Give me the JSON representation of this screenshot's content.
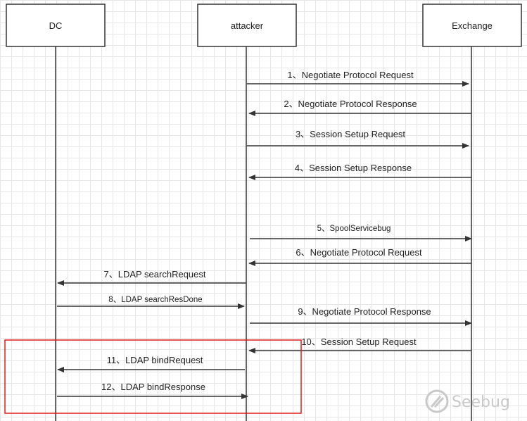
{
  "actors": [
    {
      "id": "dc",
      "label": "DC"
    },
    {
      "id": "attacker",
      "label": "attacker"
    },
    {
      "id": "exchange",
      "label": "Exchange"
    }
  ],
  "messages": [
    {
      "n": "1",
      "text": "1、Negotiate Protocol Request",
      "from": "attacker",
      "to": "exchange"
    },
    {
      "n": "2",
      "text": "2、Negotiate Protocol Response",
      "from": "exchange",
      "to": "attacker"
    },
    {
      "n": "3",
      "text": "3、Session Setup Request",
      "from": "attacker",
      "to": "exchange"
    },
    {
      "n": "4",
      "text": "4、Session Setup Response",
      "from": "exchange",
      "to": "attacker"
    },
    {
      "n": "5",
      "text": "5、SpoolServicebug",
      "from": "attacker",
      "to": "exchange"
    },
    {
      "n": "6",
      "text": "6、Negotiate Protocol Request",
      "from": "exchange",
      "to": "attacker"
    },
    {
      "n": "7",
      "text": "7、LDAP searchRequest",
      "from": "attacker",
      "to": "dc"
    },
    {
      "n": "8",
      "text": "8、LDAP searchResDone",
      "from": "dc",
      "to": "attacker"
    },
    {
      "n": "9",
      "text": "9、Negotiate Protocol Response",
      "from": "attacker",
      "to": "exchange"
    },
    {
      "n": "10",
      "text": "10、Session Setup Request",
      "from": "exchange",
      "to": "attacker"
    },
    {
      "n": "11",
      "text": "11、LDAP bindRequest",
      "from": "attacker",
      "to": "dc"
    },
    {
      "n": "12",
      "text": "12、LDAP bindResponse",
      "from": "dc",
      "to": "attacker"
    }
  ],
  "highlight": {
    "color": "#e01b1b",
    "messages": [
      "11",
      "12"
    ]
  },
  "watermark": {
    "text": "Seebug",
    "icon": "seebug-logo-icon"
  }
}
